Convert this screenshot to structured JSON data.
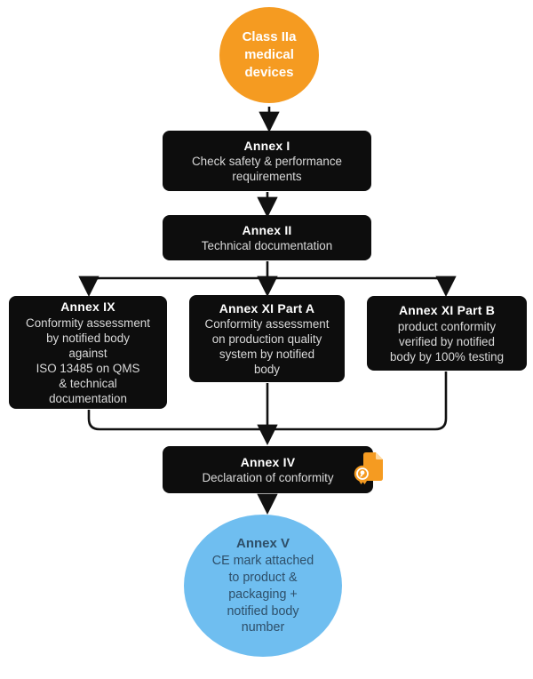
{
  "colors": {
    "node_background": "#0d0d0d",
    "node_title_text": "#ffffff",
    "node_body_text": "#d9d9d9",
    "start_circle_orange": "#f59b21",
    "end_circle_blue": "#6fbef0",
    "end_circle_text": "#2e4f69",
    "connector_black": "#111111",
    "icon_orange": "#f59b21"
  },
  "flowchart": {
    "start": {
      "label_lines": [
        "Class IIa",
        "medical",
        "devices"
      ]
    },
    "annex_i": {
      "title": "Annex I",
      "body_lines": [
        "Check safety & performance",
        "requirements"
      ]
    },
    "annex_ii": {
      "title": "Annex II",
      "body_lines": [
        "Technical documentation"
      ]
    },
    "annex_ix": {
      "title": "Annex IX",
      "body_lines": [
        "Conformity assessment",
        "by notified body",
        "against",
        "ISO 13485 on QMS",
        "& technical",
        "documentation"
      ]
    },
    "annex_xi_a": {
      "title": "Annex XI Part A",
      "body_lines": [
        "Conformity assessment",
        "on production quality",
        "system by notified",
        "body"
      ]
    },
    "annex_xi_b": {
      "title": "Annex XI Part B",
      "body_lines": [
        "product conformity",
        "verified by notified",
        "body by 100% testing"
      ]
    },
    "annex_iv": {
      "title": "Annex IV",
      "body_lines": [
        "Declaration of conformity"
      ],
      "icon": "certificate-document-icon"
    },
    "annex_v": {
      "title": "Annex V",
      "body_lines": [
        "CE mark attached",
        "to product &",
        "packaging +",
        "notified body",
        "number"
      ]
    }
  }
}
